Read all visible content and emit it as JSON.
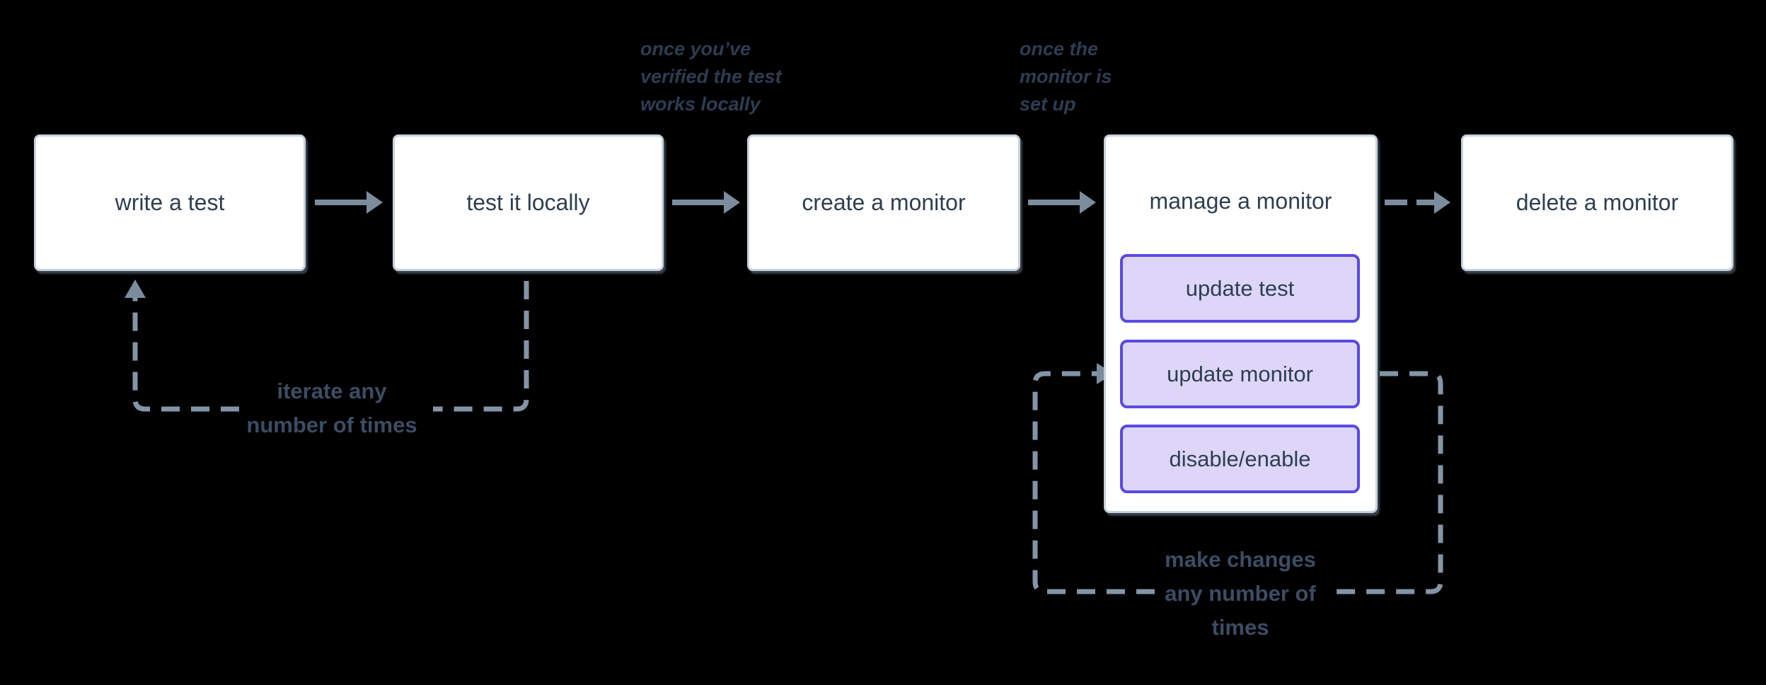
{
  "diagram": {
    "background_color": "#000000",
    "nodes": [
      {
        "id": "write-test",
        "label": "write a test"
      },
      {
        "id": "test-locally",
        "label": "test it locally"
      },
      {
        "id": "create-monitor",
        "label": "create a monitor"
      },
      {
        "id": "manage-monitor",
        "label": "manage a monitor",
        "sub_actions": [
          {
            "label": "update test"
          },
          {
            "label": "update monitor"
          },
          {
            "label": "disable/enable"
          }
        ]
      },
      {
        "id": "delete-monitor",
        "label": "delete a monitor"
      }
    ],
    "edge_annotations": [
      {
        "edge": "test-locally to create-monitor",
        "lines": [
          "once you’ve",
          "verified the test",
          "works locally"
        ]
      },
      {
        "edge": "create-monitor to manage-monitor",
        "lines": [
          "once the",
          "monitor is",
          "set up"
        ]
      }
    ],
    "loop_labels": [
      {
        "loop": "test-locally back to write-test",
        "lines": [
          "iterate any",
          "number of times"
        ]
      },
      {
        "loop": "manage-monitor self-loop",
        "lines": [
          "make changes",
          "any number of",
          "times"
        ]
      }
    ],
    "colors": {
      "node_fill": "#ffffff",
      "node_border": "#c6d1dd",
      "node_text": "#2f3e50",
      "sub_action_fill": "#ddd6f8",
      "sub_action_border": "#5a49e5",
      "connector_dash": "#8494a6",
      "arrow": "#7b8c9d",
      "loop_label_text": "#3c4c63",
      "annotation_text": "#2e3c52"
    }
  }
}
